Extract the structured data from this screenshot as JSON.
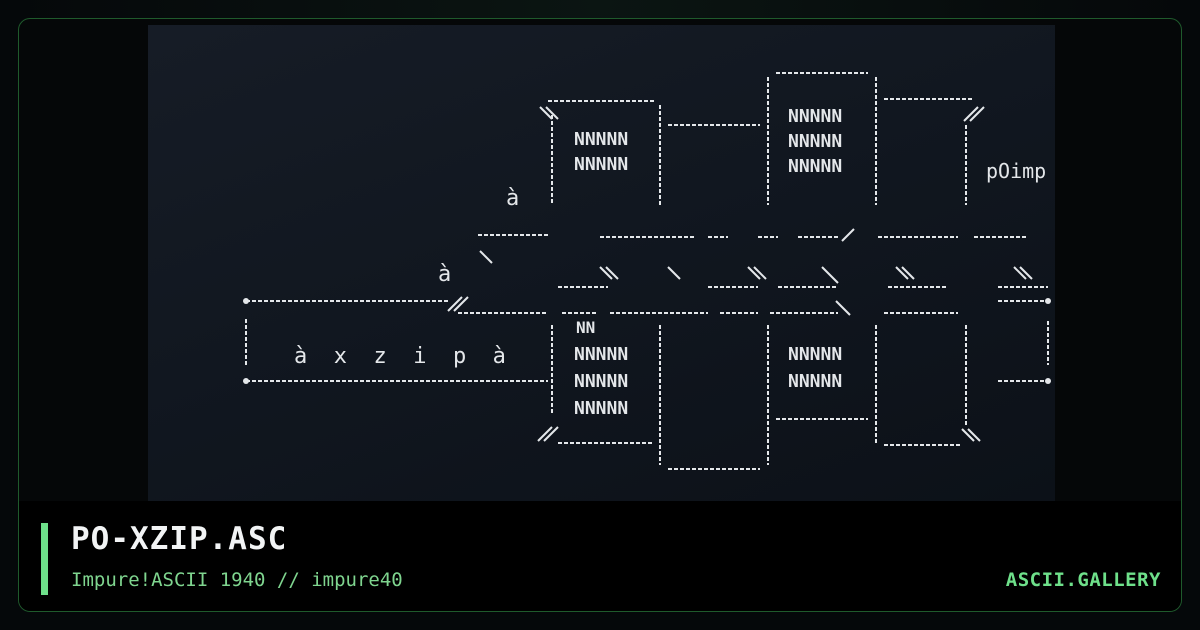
{
  "card": {
    "title": "PO-XZIP.ASC",
    "subtitle": "Impure!ASCII 1940 // impure40",
    "brand": "ASCII.GALLERY"
  },
  "art": {
    "logo_letters": "à  x  z  i  p  à",
    "tag_right": "pOimp",
    "mark_1": "à",
    "mark_2": "à",
    "block_glyphs": "NNNNN",
    "small_mark": "NN"
  },
  "colors": {
    "accent": "#6ee08a",
    "border": "#1f5a2c",
    "art": "#e4e7ea",
    "background": "#050708"
  }
}
